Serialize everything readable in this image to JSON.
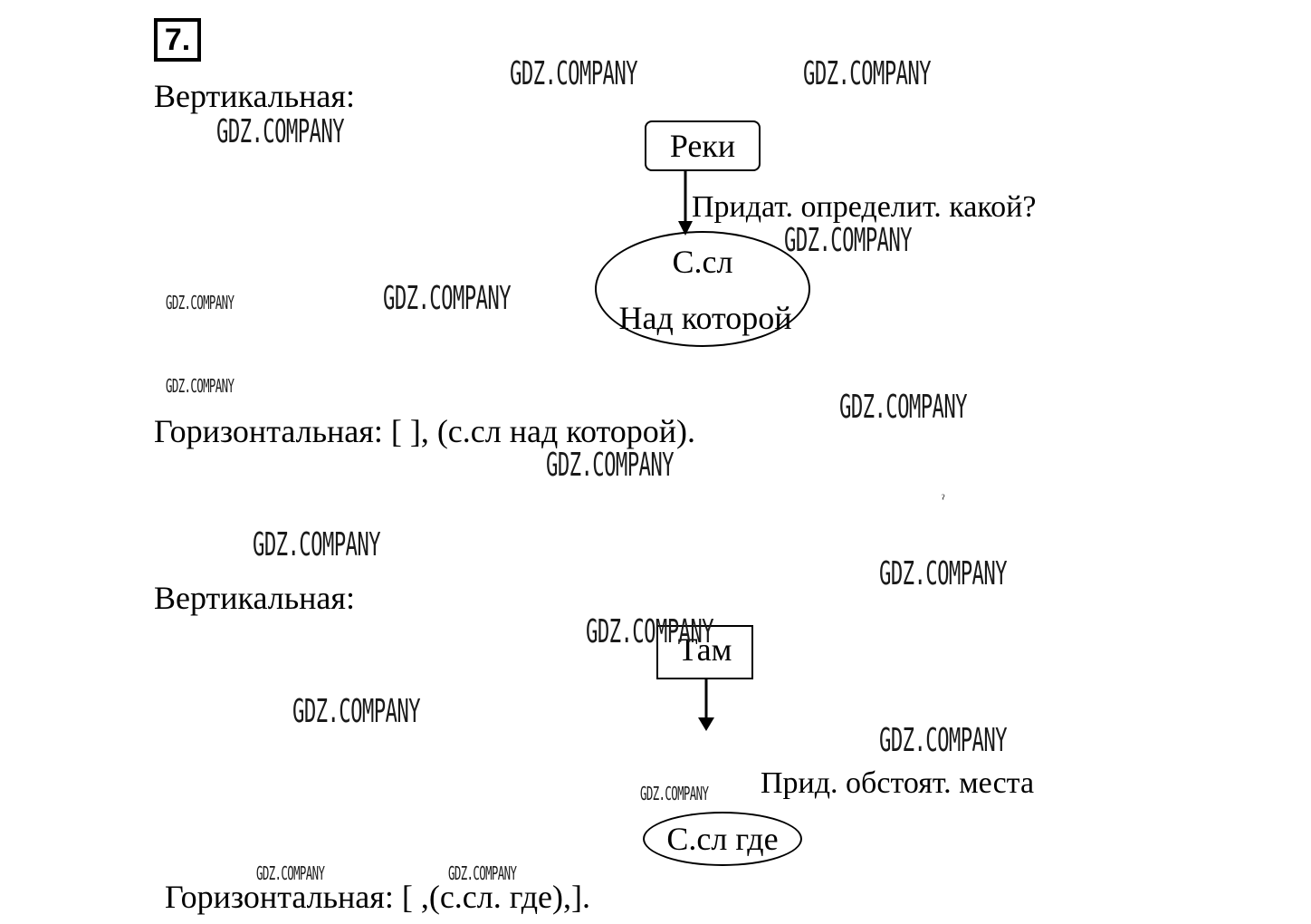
{
  "task_number": "7.",
  "section1": {
    "vertical_label": "Вертикальная:",
    "main_box": "Реки",
    "arrow_label": "Придат. определит. какой?",
    "clause_line1": "С.сл",
    "clause_line2": "Над которой",
    "horizontal": "Горизонтальная: [    ], (с.сл над которой)."
  },
  "section2": {
    "vertical_label": "Вертикальная:",
    "main_box": "Там",
    "arrow_label": "Прид. обстоят. места",
    "clause": "С.сл где",
    "horizontal": "Горизонтальная: [  ,(с.сл. где),]."
  },
  "watermark": "GDZ.COMPANY",
  "stray_mark": "ˀ"
}
